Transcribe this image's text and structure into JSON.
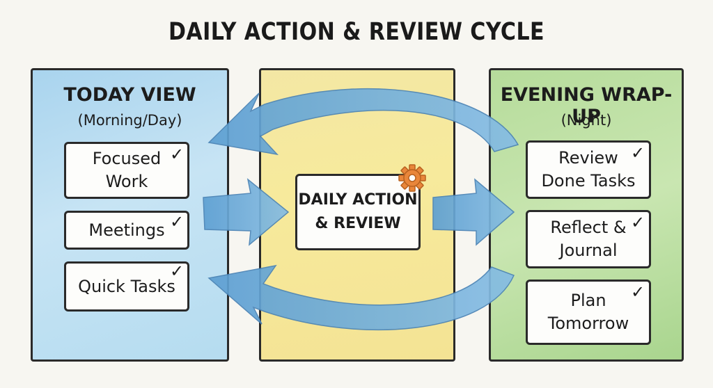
{
  "title": "DAILY ACTION & REVIEW CYCLE",
  "left": {
    "heading": "TODAY VIEW",
    "subheading": "(Morning/Day)",
    "items": [
      "Focused\nWork",
      "Meetings",
      "Quick Tasks"
    ]
  },
  "center": {
    "label": "DAILY ACTION\n& REVIEW",
    "icon": "gear-icon"
  },
  "right": {
    "heading": "EVENING WRAP-UP",
    "subheading": "(Night)",
    "items": [
      "Review\nDone Tasks",
      "Reflect &\nJournal",
      "Plan\nTomorrow"
    ]
  },
  "check_glyph": "✓",
  "colors": {
    "left_panel": "#b5dcf0",
    "center_panel": "#f5e79e",
    "right_panel": "#bde0a2",
    "arrow": "#6aa9d8",
    "gear": "#e9863a"
  }
}
